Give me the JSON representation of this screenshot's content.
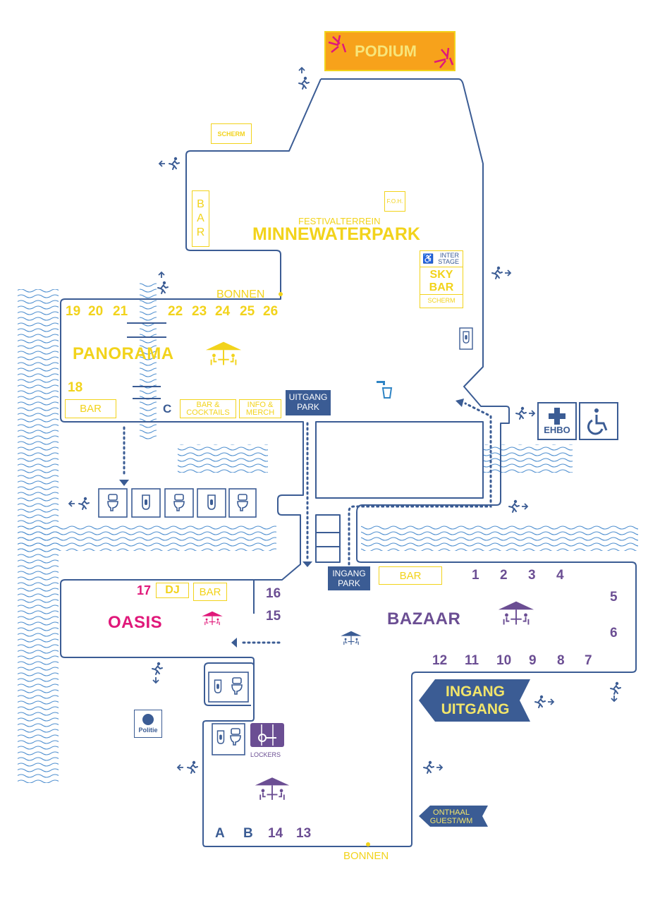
{
  "podium": "PODIUM",
  "festivalterrein": "FESTIVALTERREIN",
  "park_name": "MINNEWATERPARK",
  "scherm": "SCHERM",
  "bar_vertical": [
    "B",
    "A",
    "R"
  ],
  "foh": "F.O.H.",
  "interstage": [
    "INTER",
    "STAGE"
  ],
  "skybar": [
    "SKY",
    "BAR"
  ],
  "scherm2": "SCHERM",
  "bonnen": "BONNEN",
  "panorama": "PANORAMA",
  "panorama_numbers_left": [
    "19",
    "20",
    "21"
  ],
  "panorama_numbers_right": [
    "22",
    "23",
    "24",
    "25",
    "26"
  ],
  "panorama_18": "18",
  "bar": "BAR",
  "c": "C",
  "bar_cocktails": [
    "BAR &",
    "COCKTAILS"
  ],
  "info_merch": [
    "INFO &",
    "MERCH"
  ],
  "uitgang_park": [
    "UITGANG",
    "PARK"
  ],
  "ingang_park": [
    "INGANG",
    "PARK"
  ],
  "ehbo": "EHBO",
  "oasis": "OASIS",
  "oasis_17": "17",
  "dj": "DJ",
  "oasis_bar": "BAR",
  "num_16": "16",
  "num_15": "15",
  "bazaar": "BAZAAR",
  "bazaar_bar": "BAR",
  "bazaar_top": [
    "1",
    "2",
    "3",
    "4"
  ],
  "bazaar_right": [
    "5",
    "6"
  ],
  "bazaar_bottom": [
    "12",
    "11",
    "10",
    "9",
    "8",
    "7"
  ],
  "ingang_uitgang": [
    "INGANG",
    "UITGANG"
  ],
  "politie": "Politie",
  "lockers": "LOCKERS",
  "bottom_labels": [
    "A",
    "B",
    "14",
    "13"
  ],
  "onthaal": [
    "ONTHAAL",
    "GUEST/WM"
  ],
  "bonnen_bottom": "BONNEN",
  "colors": {
    "path": "#3b5c94",
    "water": "#4f8fcf",
    "yellow": "#f2d31b",
    "purple": "#6b4e93",
    "pink": "#e0187a",
    "orange": "#f7a21b"
  },
  "icons": [
    "exit-icon",
    "toilet-icon",
    "urinal-icon",
    "water-tap-icon",
    "first-aid-icon",
    "wheelchair-icon",
    "terrace-icon",
    "police-icon",
    "lockers-icon"
  ]
}
